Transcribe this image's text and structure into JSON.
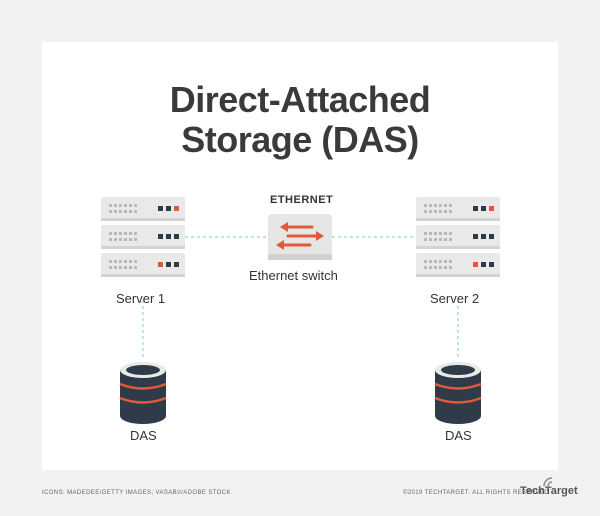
{
  "title_line1": "Direct-Attached",
  "title_line2": "Storage (DAS)",
  "labels": {
    "server1": "Server 1",
    "server2": "Server 2",
    "ethernet": "ETHERNET",
    "switch": "Ethernet switch",
    "das_left": "DAS",
    "das_right": "DAS"
  },
  "footer": {
    "credits": "ICONS: MADEDEE/GETTY IMAGES; VASABII/ADOBE STOCK",
    "copyright": "©2019 TECHTARGET. ALL RIGHTS RESERVED",
    "logo": "TechTarget"
  },
  "colors": {
    "server_body": "#e9e9e9",
    "server_dark": "#2f3b49",
    "accent": "#e05a3a",
    "connector": "#7fc3e4",
    "db_body": "#2f3b49"
  }
}
